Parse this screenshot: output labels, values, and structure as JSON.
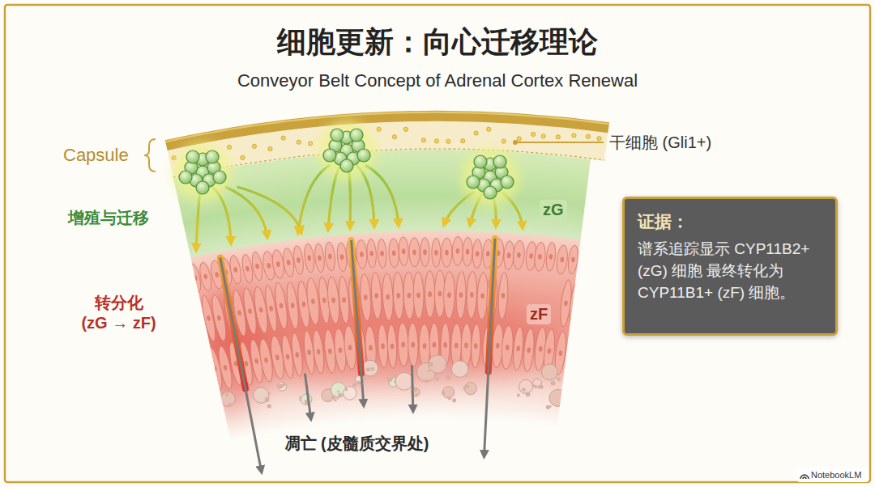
{
  "diagram": {
    "title": "细胞更新：向心迁移理论",
    "nodes": [
      {
        "text": [
          "证据：",
          "谱系追踪显示 CYP11B2+ (zG) 细胞 最终转化为 CYP11B1+ (zF) 细胞。"
        ]
      }
    ],
    "labels": [
      "Conveyor Belt Concept of Adrenal Cortex Renewal",
      "Capsule",
      "干细胞 (Gli1+)",
      "增殖与迁移",
      "zG",
      "转分化 (zG → zF)",
      "zF",
      "凋亡 (皮髓质交界处)",
      "NotebookLM"
    ]
  }
}
